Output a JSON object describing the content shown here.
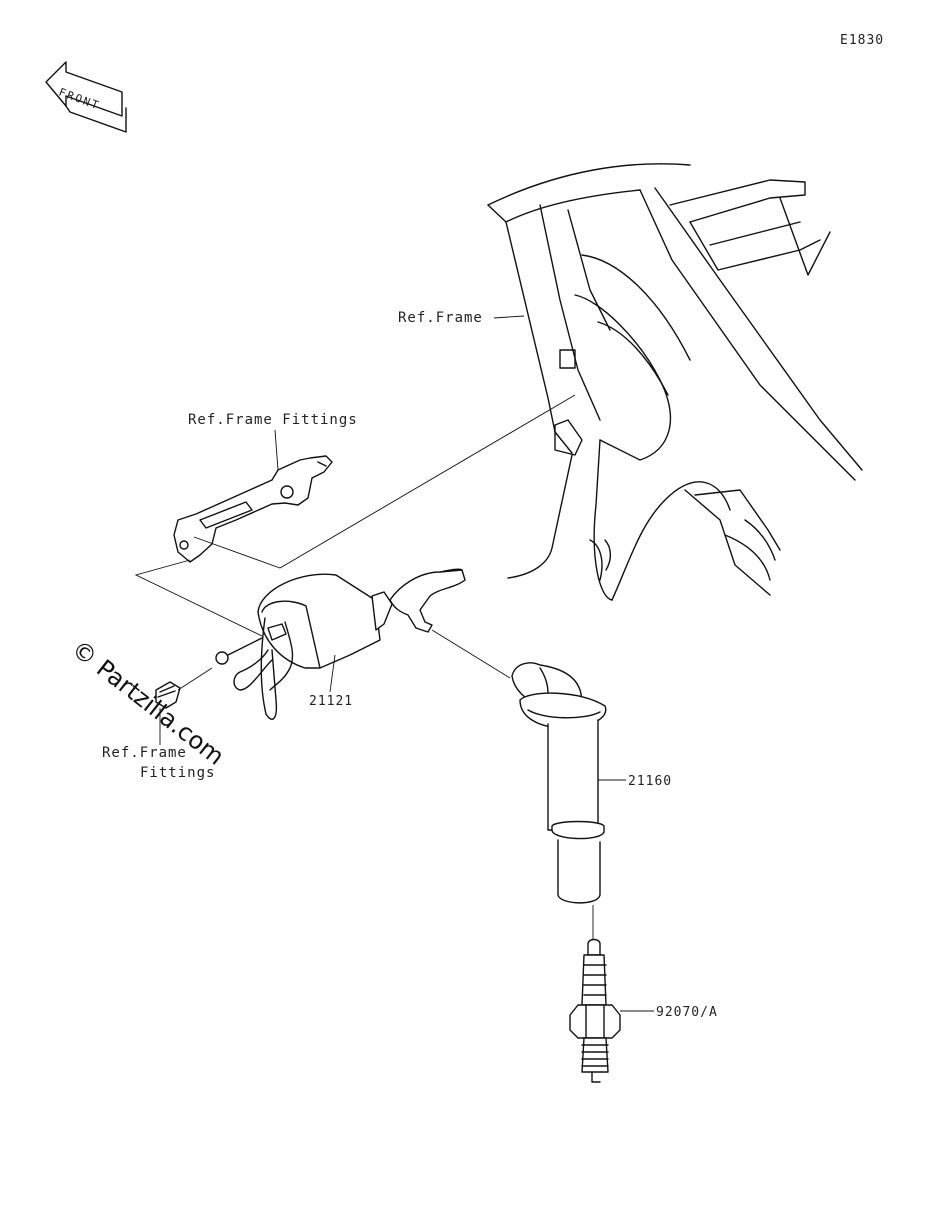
{
  "diagram_code": "E1830",
  "front_label": "FRONT",
  "watermark": "© Partzilla.com",
  "labels": {
    "ref_frame": "Ref.Frame",
    "ref_frame_fittings_top": "Ref.Frame Fittings",
    "ref_frame_fittings_bottom_line1": "Ref.Frame",
    "ref_frame_fittings_bottom_line2": "Fittings"
  },
  "parts": [
    {
      "number": "21121",
      "name": "ignition-coil"
    },
    {
      "number": "21160",
      "name": "plug-cap"
    },
    {
      "number": "92070/A",
      "name": "spark-plug"
    }
  ]
}
